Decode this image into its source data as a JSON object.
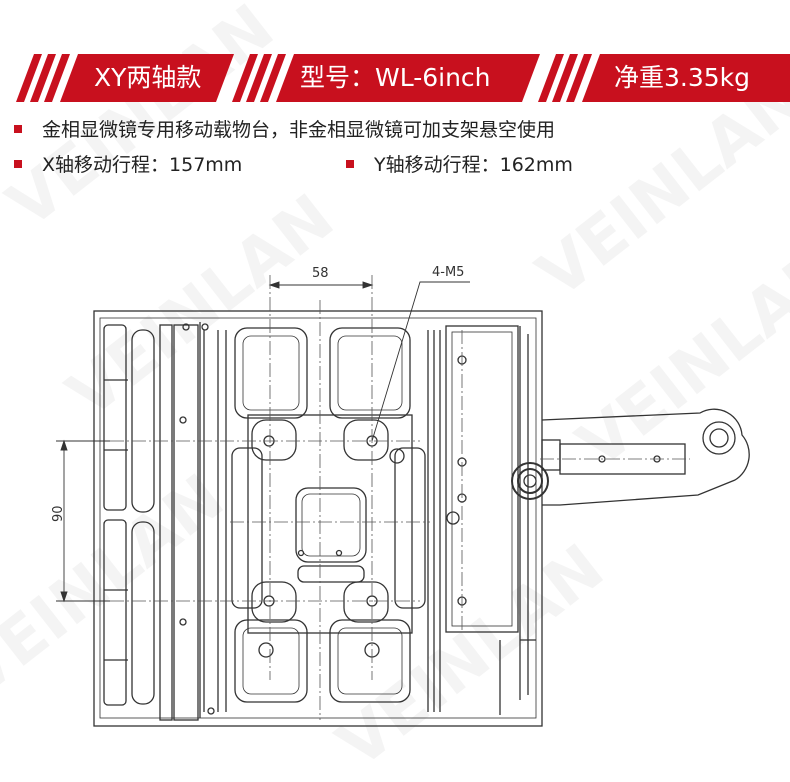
{
  "header": {
    "model_type": "XY两轴款",
    "model_number": "型号：WL-6inch",
    "net_weight": "净重3.35kg",
    "colors": {
      "band": "#c8101e",
      "text": "#ffffff"
    }
  },
  "features": [
    {
      "text": "金相显微镜专用移动载物台，非金相显微镜可加支架悬空使用"
    },
    {
      "text": "X轴移动行程：157mm"
    },
    {
      "text": "Y轴移动行程：162mm"
    }
  ],
  "watermark": {
    "text": "VEINLAN"
  },
  "drawing": {
    "dimension_58": "58",
    "dimension_90": "90",
    "thread_callout": "4-M5"
  }
}
